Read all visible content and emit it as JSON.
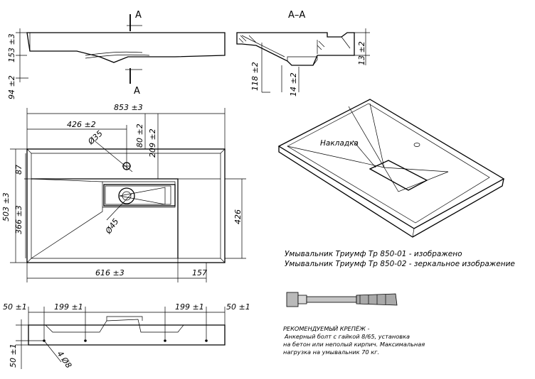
{
  "section": {
    "cut_label": "A",
    "view_title": "A–A"
  },
  "dims": {
    "d153": "153 ±3",
    "d94": "94 ±2",
    "d118": "118 ±2",
    "d14": "14 ±2",
    "d13": "13 ±2",
    "d853": "853 ±3",
    "d426w": "426 ±2",
    "d35": "Ø35",
    "d80": "80 ±2",
    "d209": "209 ±2",
    "d87": "87",
    "d503": "503 ±3",
    "d366": "366 ±3",
    "d45": "Ø45",
    "d426h": "426",
    "d616": "616 ±3",
    "d157": "157",
    "d50a": "50 ±1",
    "d199a": "199 ±1",
    "d199b": "199 ±1",
    "d50b": "50 ±1",
    "d50c": "50 ±1",
    "d8": "4 Ø8"
  },
  "iso_label": "Накладка",
  "captions": {
    "line1": "Умывальник Триумф Тр 850-01 - изображено",
    "line2": "Умывальник Триумф Тр 850-02 - зеркальное изображение"
  },
  "fastener": {
    "title": "РЕКОМЕНДУЕМЫЙ КРЕПЁЖ -",
    "line1": "Анкерный болт с гайкой 8/65, установка",
    "line2": "на бетон или неполый кирпич. Максимальная",
    "line3": "нагрузка на умывальник 70 кг."
  }
}
